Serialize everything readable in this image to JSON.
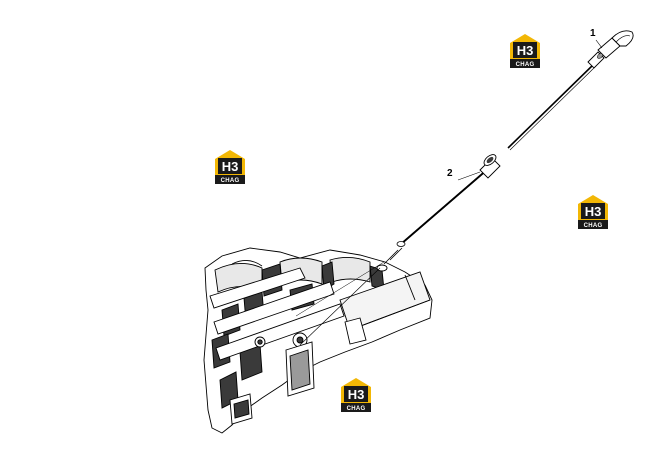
{
  "callouts": {
    "part_1": "1",
    "part_2": "2"
  },
  "watermark": {
    "logo_letters": "H3",
    "logo_label": "CHAG",
    "colors": {
      "house": "#f2b705",
      "badge": "#1a1a1a",
      "text": "#ffffff"
    }
  },
  "colors": {
    "line": "#000000",
    "shade": "#3a3a3a",
    "light_shade": "#9a9a9a"
  }
}
